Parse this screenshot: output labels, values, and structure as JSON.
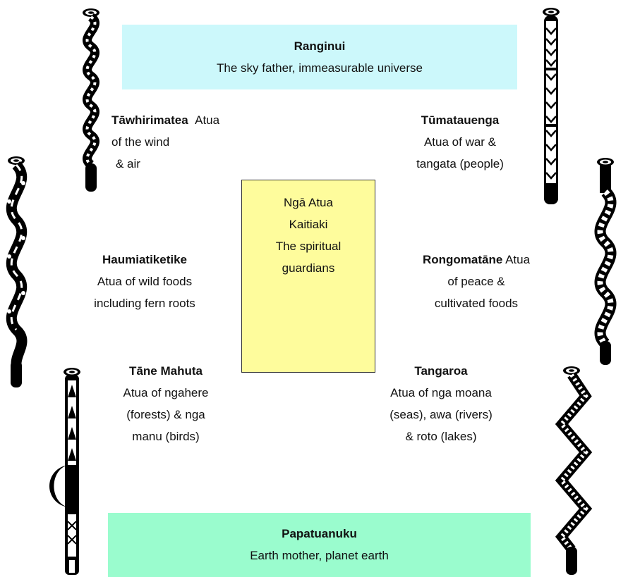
{
  "sky": {
    "title": "Ranginui",
    "desc": "The sky father, immeasurable universe",
    "color": "#ccf8fb"
  },
  "earth": {
    "title": "Papatuanuku",
    "desc": "Earth mother, planet earth",
    "color": "#9afcce"
  },
  "center": {
    "lines": [
      "Ngā Atua",
      "Kaitiaki",
      "The spiritual",
      "guardians"
    ],
    "color": "#fefc9c",
    "border": "#333333"
  },
  "gods": {
    "tawhirimatea": {
      "name": "Tāwhirimatea",
      "rest": "Atua",
      "line2": "of the wind",
      "line3": "& air"
    },
    "tumatauenga": {
      "name": "Tūmatauenga",
      "line2": "Atua of war &",
      "line3": "tangata (people)"
    },
    "haumiatiketike": {
      "name": "Haumiatiketike",
      "line2": "Atua of wild foods",
      "line3": "including fern roots"
    },
    "rongomatane": {
      "name": "Rongomatāne",
      "rest": "Atua",
      "line2": "of peace &",
      "line3": "cultivated foods"
    },
    "tane": {
      "name": "Tāne Mahuta",
      "line2": "Atua of ngahere",
      "line3": "(forests) & nga",
      "line4": "manu (birds)"
    },
    "tangaroa": {
      "name": "Tangaroa",
      "line2": "Atua of nga moana",
      "line3": "(seas), awa (rivers)",
      "line4": "& roto (lakes)"
    }
  }
}
